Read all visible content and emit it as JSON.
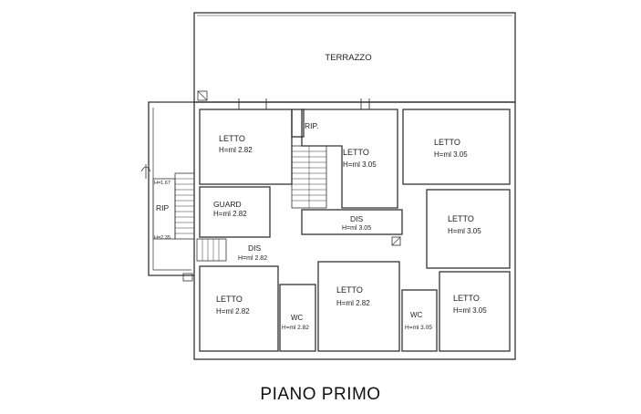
{
  "plan": {
    "title": "PIANO PRIMO",
    "terrace": "TERRAZZO",
    "rooms": {
      "letto1": {
        "name": "LETTO",
        "height": "H=ml 2.82"
      },
      "letto2": {
        "name": "LETTO",
        "height": "H=ml 3.05"
      },
      "letto3": {
        "name": "LETTO",
        "height": "H=ml 3.05"
      },
      "letto4": {
        "name": "LETTO",
        "height": "H=ml 3.05"
      },
      "letto5": {
        "name": "LETTO",
        "height": "H=ml 2.82"
      },
      "letto6": {
        "name": "LETTO",
        "height": "H=ml 2.82"
      },
      "letto7": {
        "name": "LETTO",
        "height": "H=ml 3.05"
      },
      "guard": {
        "name": "GUARD",
        "height": "H=ml 2.82"
      },
      "rip_top": {
        "name": "RIP."
      },
      "rip_left": {
        "name": "RIP",
        "height_top": "H=1.67",
        "height_bottom": "H=2.35"
      },
      "dis_center": {
        "name": "DIS",
        "height": "H=ml 3.05"
      },
      "dis_left": {
        "name": "DIS",
        "height": "H=ml 2.82"
      },
      "wc_left": {
        "name": "WC",
        "height": "H=ml 2.82"
      },
      "wc_right": {
        "name": "WC",
        "height": "H=ml 3.05"
      }
    }
  }
}
